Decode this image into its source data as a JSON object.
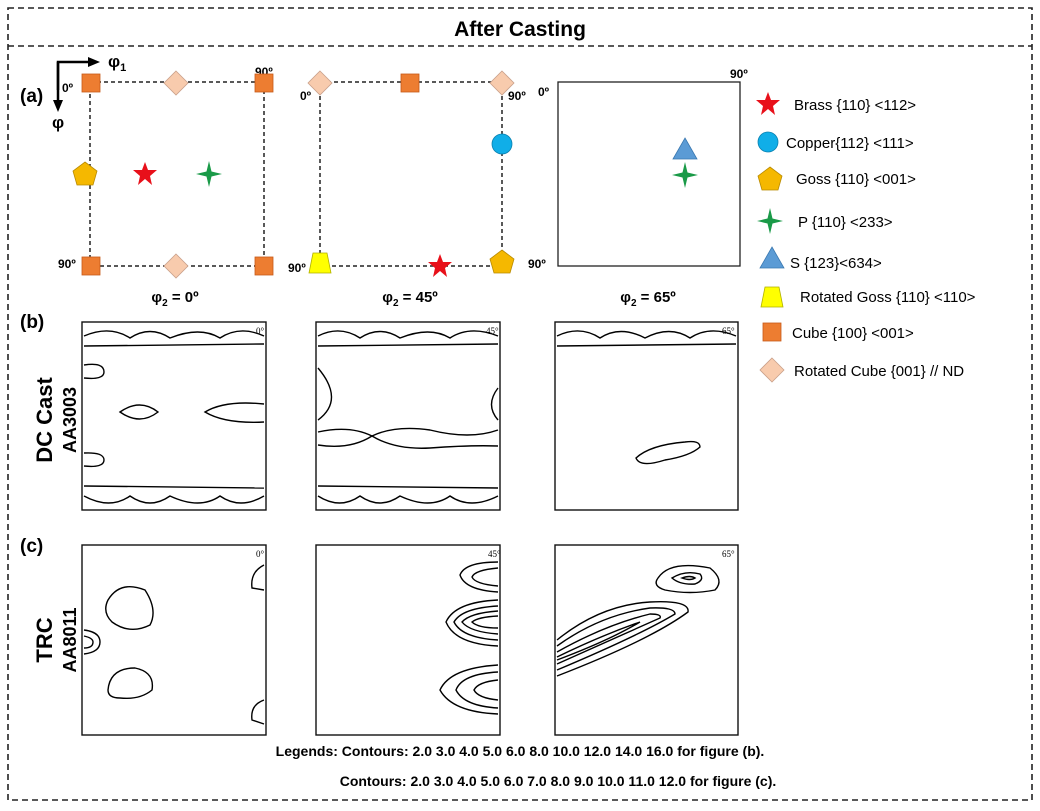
{
  "title": "After Casting",
  "panel_a": {
    "label": "(a)",
    "axis_phi1": "φ",
    "axis_phi1_sub": "1",
    "axis_phi": "φ",
    "deg0": "0º",
    "deg90": "90º",
    "sections": [
      {
        "phi2": "φ",
        "sub": "2",
        "value": " = 0º"
      },
      {
        "phi2": "φ",
        "sub": "2",
        "value": " = 45º"
      },
      {
        "phi2": "φ",
        "sub": "2",
        "value": " = 65º"
      }
    ]
  },
  "legend": [
    {
      "label": "Brass {110} <112>",
      "icon": "star",
      "color": "#e8101a"
    },
    {
      "label": "Copper{112} <111>",
      "icon": "circle",
      "color": "#10aee8"
    },
    {
      "label": "Goss {110} <001>",
      "icon": "pentagon",
      "color": "#f5b800"
    },
    {
      "label": "P  {110} <233>",
      "icon": "four-point-star",
      "color": "#1a9a48"
    },
    {
      "label": "S    {123}<634>",
      "icon": "triangle",
      "color": "#5b9bd5"
    },
    {
      "label": "Rotated Goss {110} <110>",
      "icon": "trapezoid",
      "color": "#ffff00"
    },
    {
      "label": "Cube {100} <001>",
      "icon": "square",
      "color": "#ed7d31"
    },
    {
      "label": "Rotated Cube {001} // ND",
      "icon": "diamond",
      "color": "#f8cbad"
    }
  ],
  "panel_b": {
    "label": "(b)",
    "row_title": "DC Cast",
    "alloy": "AA3003",
    "angles": [
      "0°",
      "45°",
      "65°"
    ]
  },
  "panel_c": {
    "label": "(c)",
    "row_title": "TRC",
    "alloy": "AA8011",
    "angles": [
      "0°",
      "45°",
      "65°"
    ]
  },
  "footer": {
    "line1": "Legends: Contours: 2.0 3.0 4.0 5.0 6.0 8.0 10.0 12.0 14.0 16.0 for figure (b).",
    "line2": "Contours: 2.0 3.0 4.0 5.0 6.0 7.0 8.0 9.0 10.0 11.0 12.0 for figure (c)."
  }
}
